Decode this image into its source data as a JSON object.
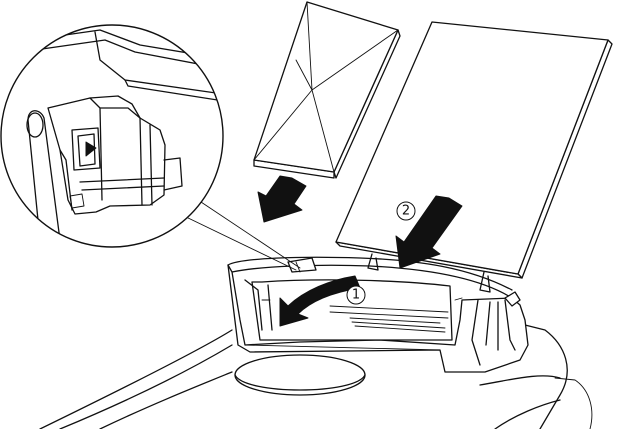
{
  "steps": {
    "step1": "1",
    "step2": "2"
  },
  "icons": [
    "envelope",
    "paper-stack",
    "down-arrow",
    "curved-arrow",
    "magnifier-inset",
    "paper-guide-lever"
  ],
  "colors": {
    "line": "#111111",
    "background": "#ffffff"
  }
}
